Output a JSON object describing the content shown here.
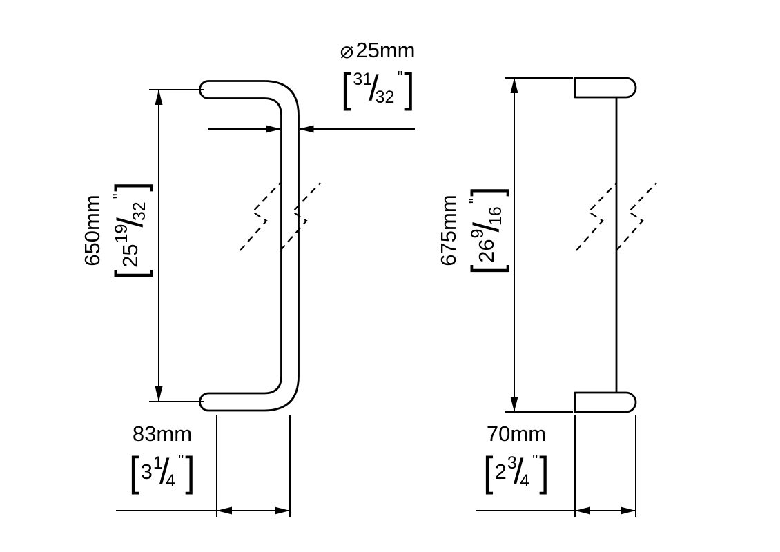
{
  "colors": {
    "line": "#000000",
    "background": "#ffffff"
  },
  "views": {
    "front": {
      "diameter": {
        "symbol": "⌀",
        "mm": "25mm",
        "fraction": {
          "whole": "",
          "num": "31",
          "den": "32"
        }
      },
      "length": {
        "mm": "650mm",
        "fraction": {
          "whole": "25",
          "num": "19",
          "den": "32"
        }
      },
      "projection": {
        "mm": "83mm",
        "fraction": {
          "whole": "3",
          "num": "1",
          "den": "4"
        }
      }
    },
    "side": {
      "length": {
        "mm": "675mm",
        "fraction": {
          "whole": "26",
          "num": "9",
          "den": "16"
        }
      },
      "projection": {
        "mm": "70mm",
        "fraction": {
          "whole": "2",
          "num": "3",
          "den": "4"
        }
      }
    }
  },
  "symbols": {
    "bracket_open": "[",
    "bracket_close": "]",
    "slash": "/",
    "inch": "\""
  }
}
